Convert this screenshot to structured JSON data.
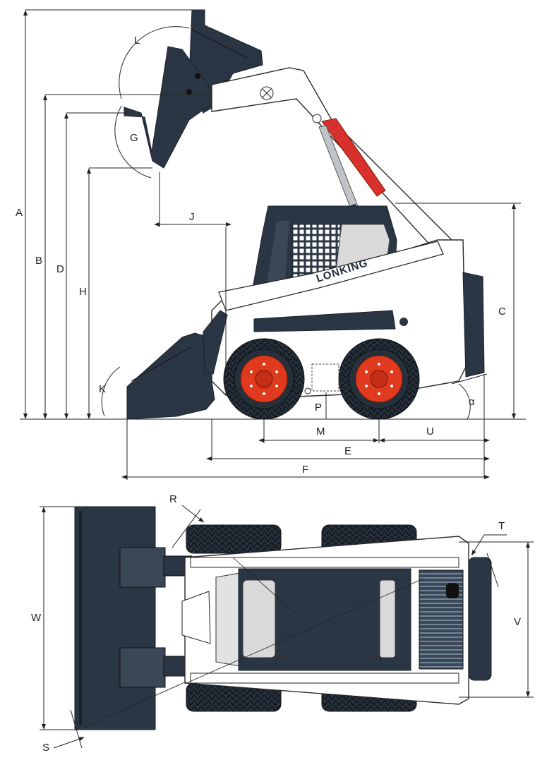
{
  "brand_text": "LONKING",
  "side_view": {
    "dimension_labels": {
      "A": "A",
      "B": "B",
      "D": "D",
      "H": "H",
      "L": "L",
      "G": "G",
      "J": "J",
      "K": "K",
      "C": "C",
      "alpha": "α",
      "P": "P",
      "M": "M",
      "U": "U",
      "E": "E",
      "F": "F"
    }
  },
  "top_view": {
    "dimension_labels": {
      "R": "R",
      "T": "T",
      "W": "W",
      "V": "V",
      "S": "S"
    }
  },
  "colors": {
    "body": "#2b3644",
    "wheel_rim": "#e03a1e",
    "lift_cylinder": "#d8302a",
    "frame": "#ffffff",
    "lines": "#222222"
  }
}
